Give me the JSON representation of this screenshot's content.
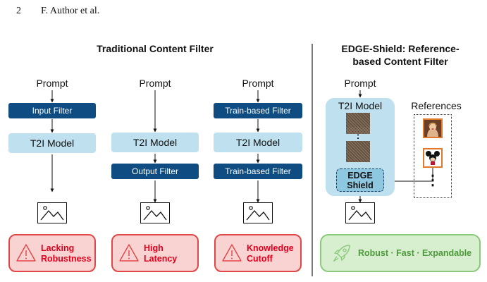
{
  "header": {
    "page_number": "2",
    "authors": "F. Author et al."
  },
  "traditional": {
    "title": "Traditional Content Filter",
    "columns": [
      {
        "prompt": "Prompt",
        "box1": "Input Filter",
        "box2": "T2I  Model",
        "warning_line1": "Lacking",
        "warning_line2": "Robustness"
      },
      {
        "prompt": "Prompt",
        "box1": "T2I  Model",
        "box2": "Output Filter",
        "warning_line1": "High",
        "warning_line2": "Latency"
      },
      {
        "prompt": "Prompt",
        "box1": "Train-based Filter",
        "box2": "T2I  Model",
        "box3": "Train-based Filter",
        "warning_line1": "Knowledge",
        "warning_line2": "Cutoff"
      }
    ]
  },
  "edge": {
    "title_line1": "EDGE-Shield: Reference-",
    "title_line2": "based Content Filter",
    "prompt": "Prompt",
    "model": "T2I  Model",
    "ellipsis": ":",
    "shield_line1": "EDGE",
    "shield_line2": "Shield",
    "references_label": "References",
    "references_more": "⋮",
    "benefits": "Robust · Fast · Expandable"
  },
  "colors": {
    "navy": "#0f4c81",
    "light_blue": "#bfe0ef",
    "warn_fill": "#f9d2d2",
    "warn_border": "#e24747",
    "warn_text": "#e0001b",
    "good_fill": "#d7efcf",
    "good_border": "#8bc97a",
    "good_text": "#4c9a3a"
  },
  "icons": {
    "generated_image": "mountain-picture-icon",
    "warning": "warning-triangle-icon",
    "benefit": "rocket-icon",
    "reference_1": "person-photo-icon",
    "reference_2": "cartoon-mouse-icon"
  }
}
